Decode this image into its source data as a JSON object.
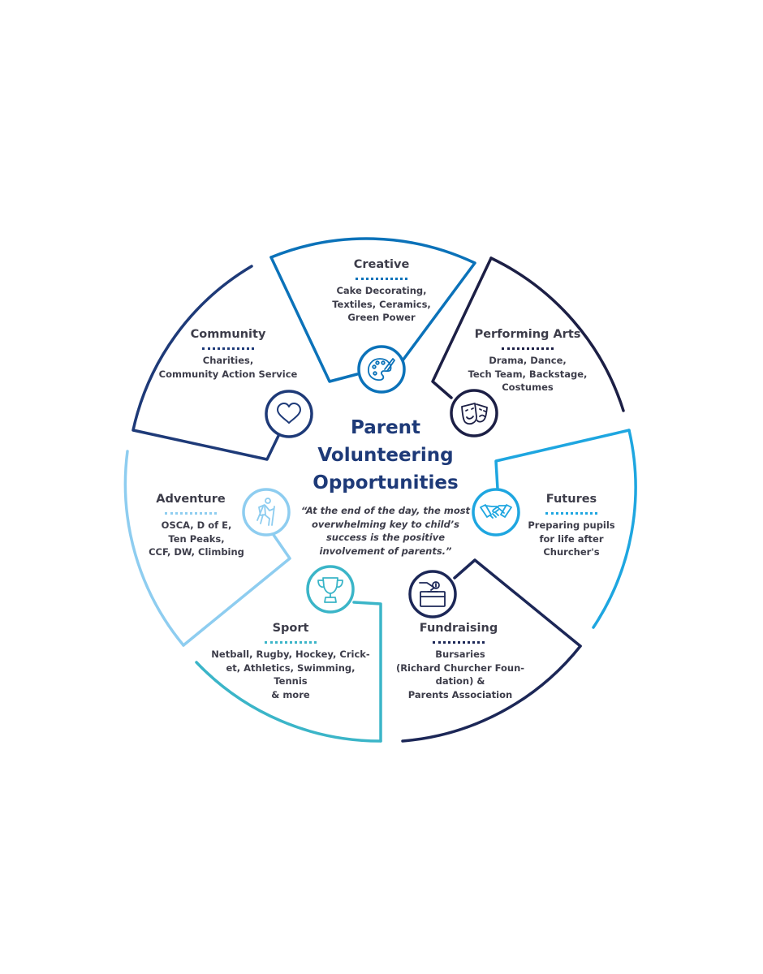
{
  "diagram": {
    "center": {
      "title_lines": [
        "Parent",
        "Volunteering",
        "Opportunities"
      ],
      "quote_lines": [
        "“At the end of the day, the most",
        "overwhelming key to child’s",
        "success is the positive",
        "involvement of parents.”"
      ],
      "title_color": "#1e3a78"
    },
    "segments": [
      {
        "id": "creative",
        "title": "Creative",
        "lines": [
          "Cake Decorating,",
          "Textiles, Ceramics,",
          "Green Power"
        ],
        "color": "#0b72b9",
        "icon": "palette-icon"
      },
      {
        "id": "performing-arts",
        "title": "Performing Arts",
        "lines": [
          "Drama, Dance,",
          "Tech Team, Backstage,",
          "Costumes"
        ],
        "color": "#1c1f45",
        "icon": "theatre-masks-icon"
      },
      {
        "id": "futures",
        "title": "Futures",
        "lines": [
          "Preparing pupils",
          "for life after",
          "Churcher's"
        ],
        "color": "#1ea6e0",
        "icon": "handshake-icon"
      },
      {
        "id": "fundraising",
        "title": "Fundraising",
        "lines": [
          "Bursaries",
          "(Richard Churcher Foun-",
          "dation) &",
          "Parents Association"
        ],
        "color": "#1c2757",
        "icon": "donation-box-icon"
      },
      {
        "id": "sport",
        "title": "Sport",
        "lines": [
          "Netball, Rugby, Hockey, Crick-",
          "et, Athletics, Swimming,",
          "Tennis",
          "& more"
        ],
        "color": "#3bb5c8",
        "icon": "trophy-icon"
      },
      {
        "id": "adventure",
        "title": "Adventure",
        "lines": [
          "OSCA, D of E,",
          "Ten Peaks,",
          "CCF, DW, Climbing"
        ],
        "color": "#8ecdf0",
        "icon": "hiker-icon"
      },
      {
        "id": "community",
        "title": "Community",
        "lines": [
          "Charities,",
          "Community Action Service"
        ],
        "color": "#1e3a78",
        "icon": "heart-icon"
      }
    ]
  }
}
